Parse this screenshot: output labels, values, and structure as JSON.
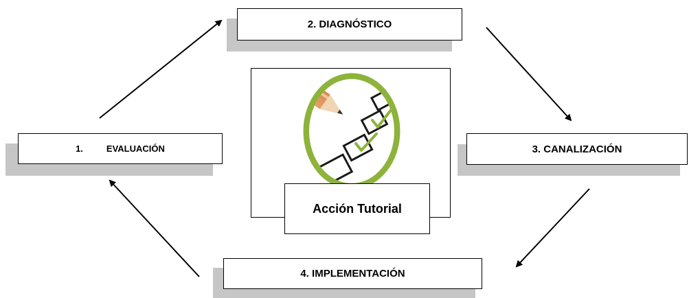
{
  "steps": [
    {
      "number": "1.",
      "label": "EVALUACIÓN"
    },
    {
      "label": "2. DIAGNÓSTICO"
    },
    {
      "label": "3. CANALIZACIÓN"
    },
    {
      "label": "4. IMPLEMENTACIÓN"
    }
  ],
  "center": {
    "label": "Acción Tutorial",
    "icon": "checklist-pencil-icon"
  },
  "colors": {
    "shadow": "#c6c6c6",
    "accent_green": "#8db33a",
    "pencil_orange": "#d9844a"
  }
}
